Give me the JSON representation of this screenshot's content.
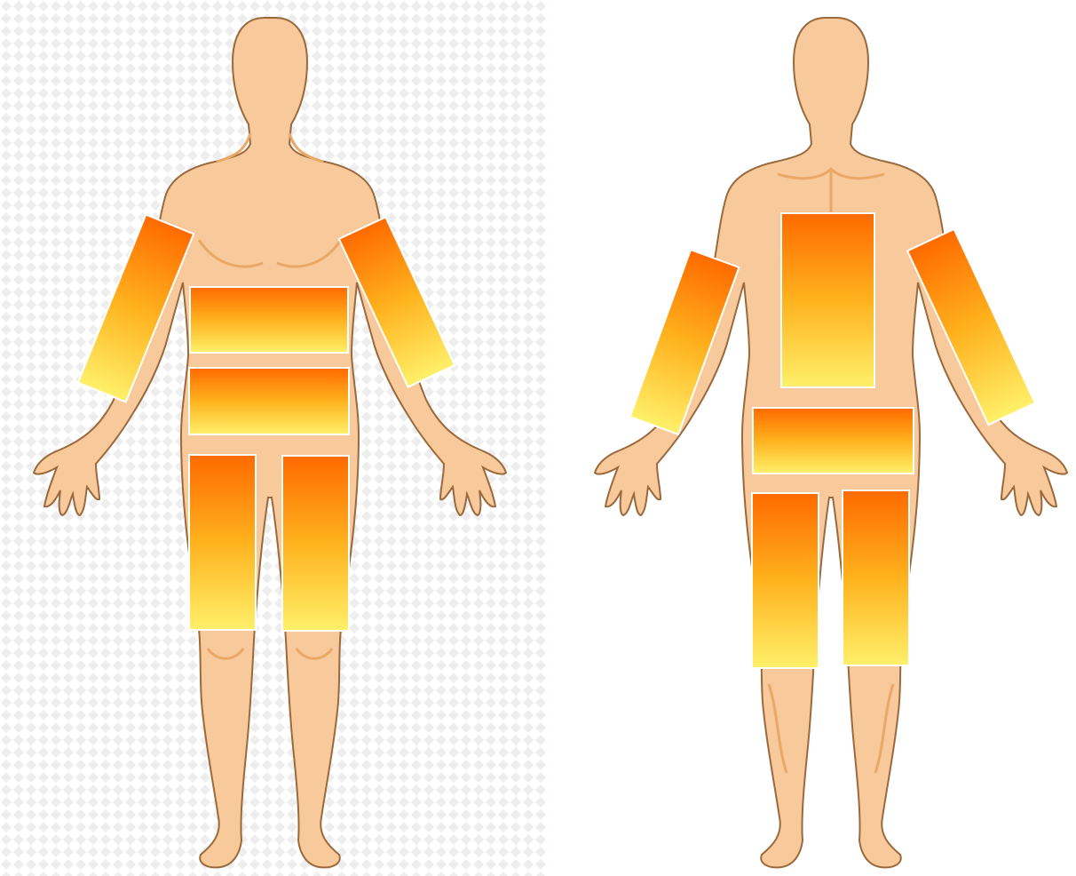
{
  "figures": [
    {
      "view": "front",
      "zones": [
        {
          "id": "upper-arm-right",
          "side": "right"
        },
        {
          "id": "upper-arm-left",
          "side": "left"
        },
        {
          "id": "upper-abdomen"
        },
        {
          "id": "lower-abdomen"
        },
        {
          "id": "thigh-right",
          "side": "right"
        },
        {
          "id": "thigh-left",
          "side": "left"
        }
      ]
    },
    {
      "view": "back",
      "zones": [
        {
          "id": "upper-arm-left",
          "side": "left"
        },
        {
          "id": "upper-arm-right",
          "side": "right"
        },
        {
          "id": "back"
        },
        {
          "id": "buttocks"
        },
        {
          "id": "thigh-left",
          "side": "left"
        },
        {
          "id": "thigh-right",
          "side": "right"
        }
      ]
    }
  ],
  "colors": {
    "skin": "#f8c99b",
    "skin_shadow": "#e9a866",
    "outline": "#9a6a3c",
    "zone_top": "#ff6a00",
    "zone_mid": "#ffb21e",
    "zone_bottom": "#fff06a",
    "zone_border": "#ffffff",
    "checker": "#eeeeee"
  }
}
